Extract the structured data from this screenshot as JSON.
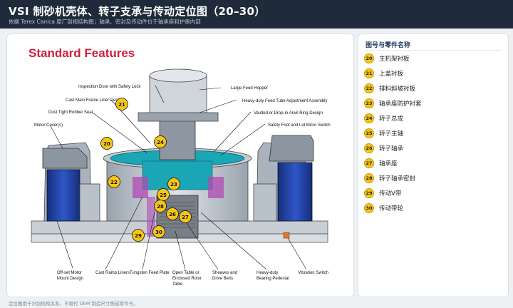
{
  "header": {
    "title": "VSI 制砂机壳体、转子支承与传动定位图（20–30）",
    "subtitle": "依据 Terex Canica 原厂剖视结构图；轴承、密封及传动件位于轴承座和护罩内部"
  },
  "figure": {
    "heading": "Standard Features",
    "callouts": {
      "inspection_door": "Inspection Door with Safety Lock",
      "cast_main_frame": "Cast Main Frame Liner Design",
      "dust_seal": "Dust Tight Rubber Seal",
      "motor_covers": "Motor Cover(s)",
      "feed_hopper": "Large Feed Hopper",
      "feed_tube": "Heavy-duty Feed Tube Adjustment Assembly",
      "anvil_ring": "Vaulted or Drop-in Anvil Ring Design",
      "safety_foot": "Safety Foot and Lid Micro Switch",
      "offset_motor_1": "Off-set Motor",
      "offset_motor_2": "Mount Design",
      "cast_ramp": "Cast Ramp Liners",
      "tungsten": "Tungsten Feed Plate",
      "open_table_1": "Open Table or",
      "open_table_2": "Enclosed Rotor",
      "open_table_3": "Table",
      "sheaves_1": "Sheaves and",
      "sheaves_2": "Drive Belts",
      "heavy_bearing_1": "Heavy-duty",
      "heavy_bearing_2": "Bearing Pedestal",
      "vibration": "Vibration Switch"
    },
    "markers": [
      "20",
      "21",
      "22",
      "23",
      "24",
      "25",
      "26",
      "27",
      "28",
      "29",
      "30"
    ]
  },
  "legend": {
    "heading": "图号与零件名称",
    "items": [
      {
        "num": "20",
        "label": "主机架衬板"
      },
      {
        "num": "21",
        "label": "上盖衬板"
      },
      {
        "num": "22",
        "label": "排料斜坡衬板"
      },
      {
        "num": "23",
        "label": "轴承座防护衬套"
      },
      {
        "num": "24",
        "label": "转子总成"
      },
      {
        "num": "25",
        "label": "转子主轴"
      },
      {
        "num": "26",
        "label": "转子轴承"
      },
      {
        "num": "27",
        "label": "轴承座"
      },
      {
        "num": "28",
        "label": "转子轴承密封"
      },
      {
        "num": "29",
        "label": "传动V带"
      },
      {
        "num": "30",
        "label": "传动带轮"
      }
    ]
  },
  "footer": {
    "note": "定位图用于识别结构关系，不替代 OEM 制造尺寸图或零件号。"
  },
  "colors": {
    "header_bg": "#1f2b3a",
    "heading_red": "#cf1f3a",
    "marker_yellow": "#f5c518",
    "motor_blue": "#1d3f9e",
    "rotor_teal": "#1aa6b5"
  }
}
